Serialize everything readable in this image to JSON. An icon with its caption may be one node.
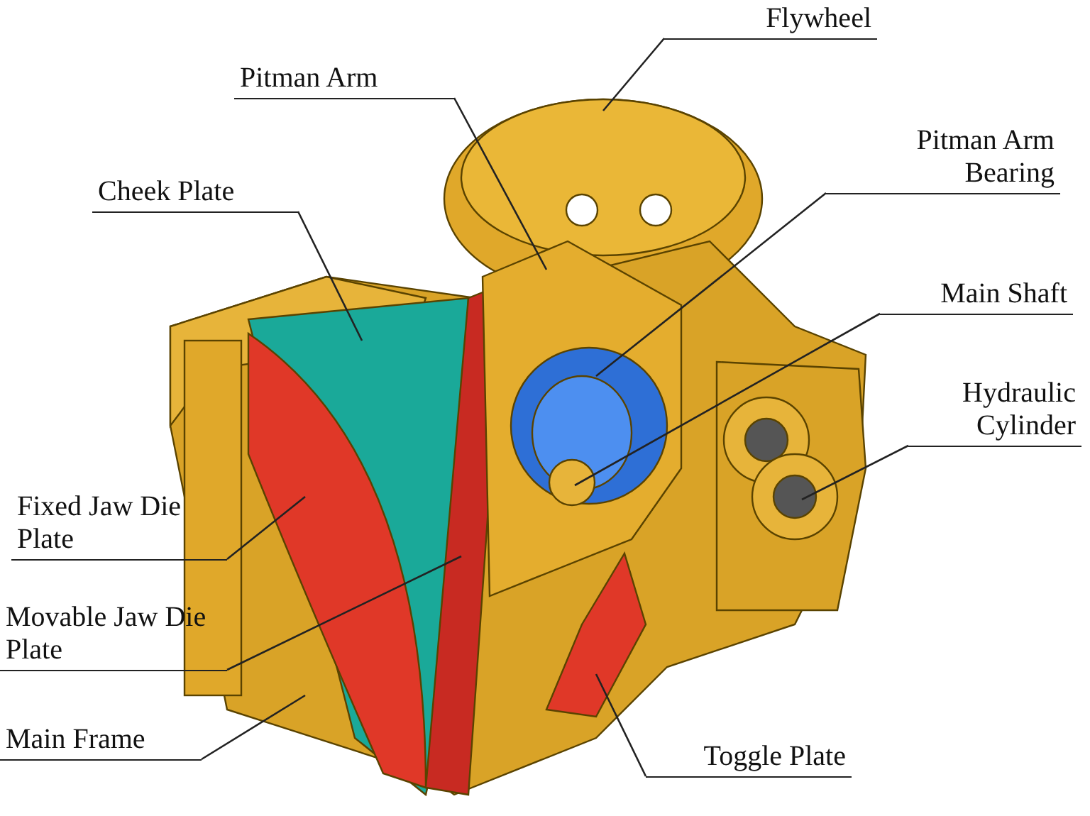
{
  "diagram": {
    "nodes": [
      {
        "text": [
          "Flywheel"
        ]
      },
      {
        "text": [
          "Pitman Arm"
        ]
      },
      {
        "text": [
          "Pitman Arm Bearing"
        ]
      },
      {
        "text": [
          "Cheek Plate"
        ]
      },
      {
        "text": [
          "Main Shaft"
        ]
      },
      {
        "text": [
          "Hydraulic Cylinder"
        ]
      },
      {
        "text": [
          "Fixed Jaw Die Plate"
        ]
      },
      {
        "text": [
          "Movable Jaw Die Plate"
        ]
      },
      {
        "text": [
          "Main Frame"
        ]
      },
      {
        "text": [
          "Toggle Plate"
        ]
      }
    ],
    "edges": [
      {
        "from": 0,
        "to": null,
        "arrow": "none"
      },
      {
        "from": 1,
        "to": null,
        "arrow": "none"
      },
      {
        "from": 2,
        "to": null,
        "arrow": "none"
      },
      {
        "from": 3,
        "to": null,
        "arrow": "none"
      },
      {
        "from": 4,
        "to": null,
        "arrow": "none"
      },
      {
        "from": 5,
        "to": null,
        "arrow": "none"
      },
      {
        "from": 6,
        "to": null,
        "arrow": "none"
      },
      {
        "from": 7,
        "to": null,
        "arrow": "none"
      },
      {
        "from": 8,
        "to": null,
        "arrow": "none"
      },
      {
        "from": 9,
        "to": null,
        "arrow": "none"
      }
    ]
  }
}
